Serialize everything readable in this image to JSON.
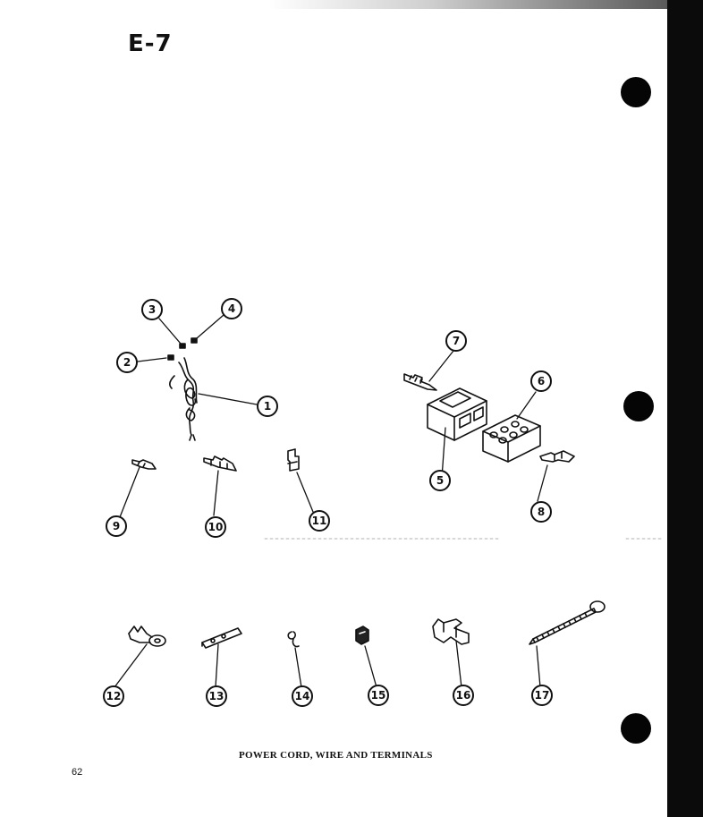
{
  "page_id": "E-7",
  "caption": "POWER CORD, WIRE AND TERMINALS",
  "page_number": "62",
  "callouts": [
    {
      "num": "1"
    },
    {
      "num": "2"
    },
    {
      "num": "3"
    },
    {
      "num": "4"
    },
    {
      "num": "5"
    },
    {
      "num": "6"
    },
    {
      "num": "7"
    },
    {
      "num": "8"
    },
    {
      "num": "9"
    },
    {
      "num": "10"
    },
    {
      "num": "11"
    },
    {
      "num": "12"
    },
    {
      "num": "13"
    },
    {
      "num": "14"
    },
    {
      "num": "15"
    },
    {
      "num": "16"
    },
    {
      "num": "17"
    }
  ]
}
